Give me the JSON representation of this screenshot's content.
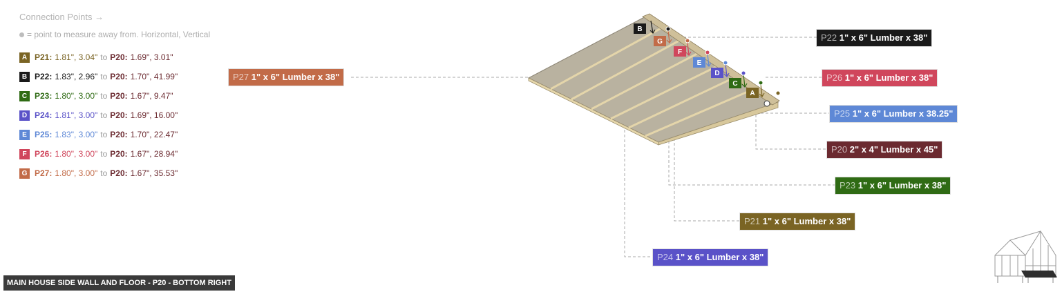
{
  "legend": {
    "title": "Connection Points →",
    "note": "= point to measure away from. Horizontal, Vertical",
    "items": [
      {
        "letter": "A",
        "part": "P21:",
        "from": "1.81\", 3.04\"",
        "to": "to",
        "ref": "P20:",
        "ref_value": "1.69\", 3.01\"",
        "color": "#7a6424"
      },
      {
        "letter": "B",
        "part": "P22:",
        "from": "1.83\", 2.96\"",
        "to": "to",
        "ref": "P20:",
        "ref_value": "1.70\", 41.99\"",
        "color": "#1a1a1a"
      },
      {
        "letter": "C",
        "part": "P23:",
        "from": "1.80\", 3.00\"",
        "to": "to",
        "ref": "P20:",
        "ref_value": "1.67\", 9.47\"",
        "color": "#2f6b14"
      },
      {
        "letter": "D",
        "part": "P24:",
        "from": "1.81\", 3.00\"",
        "to": "to",
        "ref": "P20:",
        "ref_value": "1.69\", 16.00\"",
        "color": "#5a52c8"
      },
      {
        "letter": "E",
        "part": "P25:",
        "from": "1.83\", 3.00\"",
        "to": "to",
        "ref": "P20:",
        "ref_value": "1.70\", 22.47\"",
        "color": "#5e88d6"
      },
      {
        "letter": "F",
        "part": "P26:",
        "from": "1.80\", 3.00\"",
        "to": "to",
        "ref": "P20:",
        "ref_value": "1.67\", 28.94\"",
        "color": "#d0465c"
      },
      {
        "letter": "G",
        "part": "P27:",
        "from": "1.80\", 3.00\"",
        "to": "to",
        "ref": "P20:",
        "ref_value": "1.67\", 35.53\"",
        "color": "#c26b48"
      }
    ]
  },
  "callouts": {
    "p22": {
      "id": "P22",
      "text": "1\" x 6\" Lumber x 38\"",
      "color": "#1a1a1a"
    },
    "p27": {
      "id": "P27",
      "text": "1\" x 6\" Lumber x 38\"",
      "color": "#c26b48"
    },
    "p26": {
      "id": "P26",
      "text": "1\" x 6\" Lumber x 38\"",
      "color": "#d0465c"
    },
    "p25": {
      "id": "P25",
      "text": "1\" x 6\" Lumber x 38.25\"",
      "color": "#5e88d6"
    },
    "p20": {
      "id": "P20",
      "text": "2\" x 4\" Lumber  x 45\"",
      "color": "#6b2a30"
    },
    "p23": {
      "id": "P23",
      "text": "1\" x 6\" Lumber x 38\"",
      "color": "#2f6b14"
    },
    "p21": {
      "id": "P21",
      "text": "1\" x 6\" Lumber x 38\"",
      "color": "#7a6424"
    },
    "p24": {
      "id": "P24",
      "text": "1\" x 6\" Lumber x 38\"",
      "color": "#5a52c8"
    }
  },
  "markers": {
    "b": "B",
    "g": "G",
    "f": "F",
    "e": "E",
    "d": "D",
    "c": "C",
    "a": "A"
  },
  "footer": "MAIN HOUSE SIDE WALL AND FLOOR - P20 - BOTTOM RIGHT",
  "colors": {
    "wood_top": "#b9b2a0",
    "wood_edge": "#e6d7ab",
    "beam": "#cfc09a",
    "leader": "#a9a9a9"
  }
}
